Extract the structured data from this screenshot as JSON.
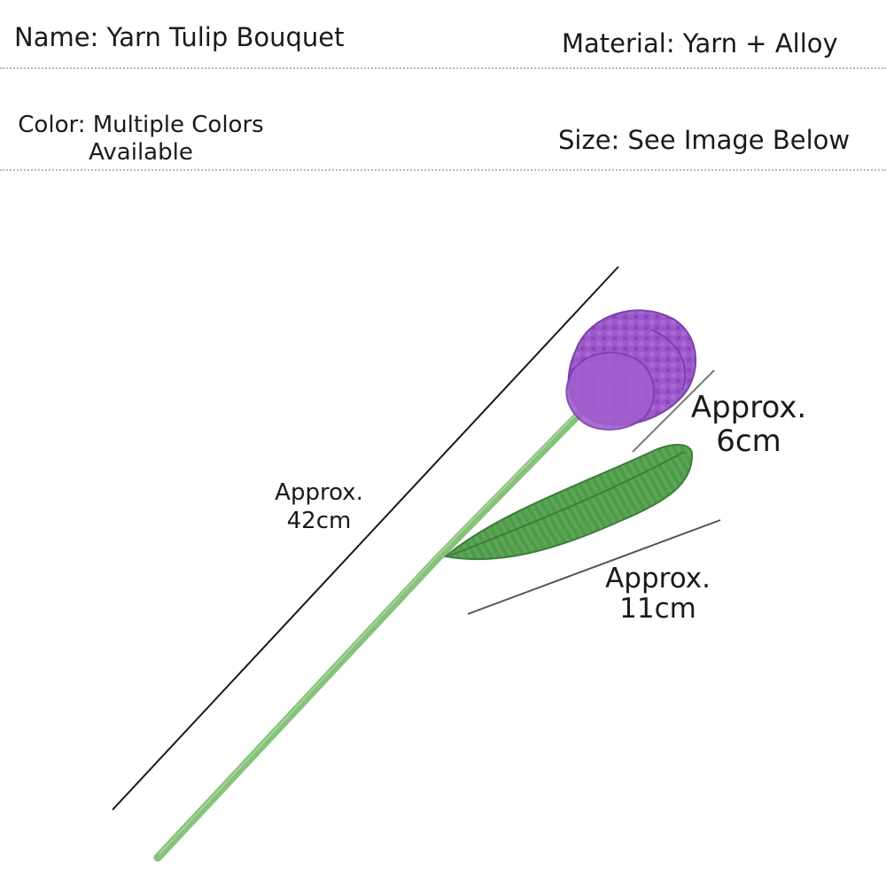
{
  "specs": {
    "name": "Name: Yarn Tulip Bouquet",
    "material": "Material: Yarn + Alloy",
    "color_line1": "Color: Multiple Colors",
    "color_line2": "Available",
    "size": "Size: See Image Below"
  },
  "dimensions": {
    "length": {
      "line1": "Approx.",
      "line2": "42cm"
    },
    "flower": {
      "line1": "Approx.",
      "line2": "6cm"
    },
    "leaf": {
      "line1": "Approx.",
      "line2": "11cm"
    }
  },
  "colors": {
    "petal": "#9b59c9",
    "petal_dark": "#7d3fae",
    "stem": "#86c27a",
    "leaf": "#4f9a4a",
    "leaf_dark": "#3d7d39",
    "divider": "#b9b9b9"
  }
}
